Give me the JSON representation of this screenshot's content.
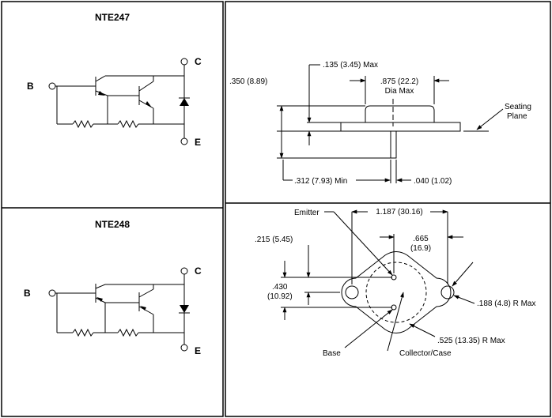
{
  "schematics": {
    "top": {
      "title": "NTE247",
      "pin_b": "B",
      "pin_c": "C",
      "pin_e": "E"
    },
    "bottom": {
      "title": "NTE248",
      "pin_b": "B",
      "pin_c": "C",
      "pin_e": "E"
    }
  },
  "side_view": {
    "height": ".350 (8.89)",
    "flange_thickness": ".135 (3.45) Max",
    "body_diameter": ".875 (22.2)",
    "body_diameter_note": "Dia Max",
    "seating_plane": "Seating",
    "seating_plane_2": "Plane",
    "lead_length": ".312 (7.93) Min",
    "lead_diameter": ".040 (1.02)"
  },
  "bottom_view": {
    "emitter": "Emitter",
    "hole_spacing": "1.187 (30.16)",
    "pin_offset": ".215 (5.45)",
    "center_spacing": ".665",
    "center_spacing_mm": "(16.9)",
    "width": ".430",
    "width_mm": "(10.92)",
    "hole_radius": ".188 (4.8) R Max",
    "body_radius": ".525 (13.35) R Max",
    "base": "Base",
    "collector": "Collector/Case"
  },
  "colors": {
    "line": "#000000",
    "background": "#ffffff"
  }
}
